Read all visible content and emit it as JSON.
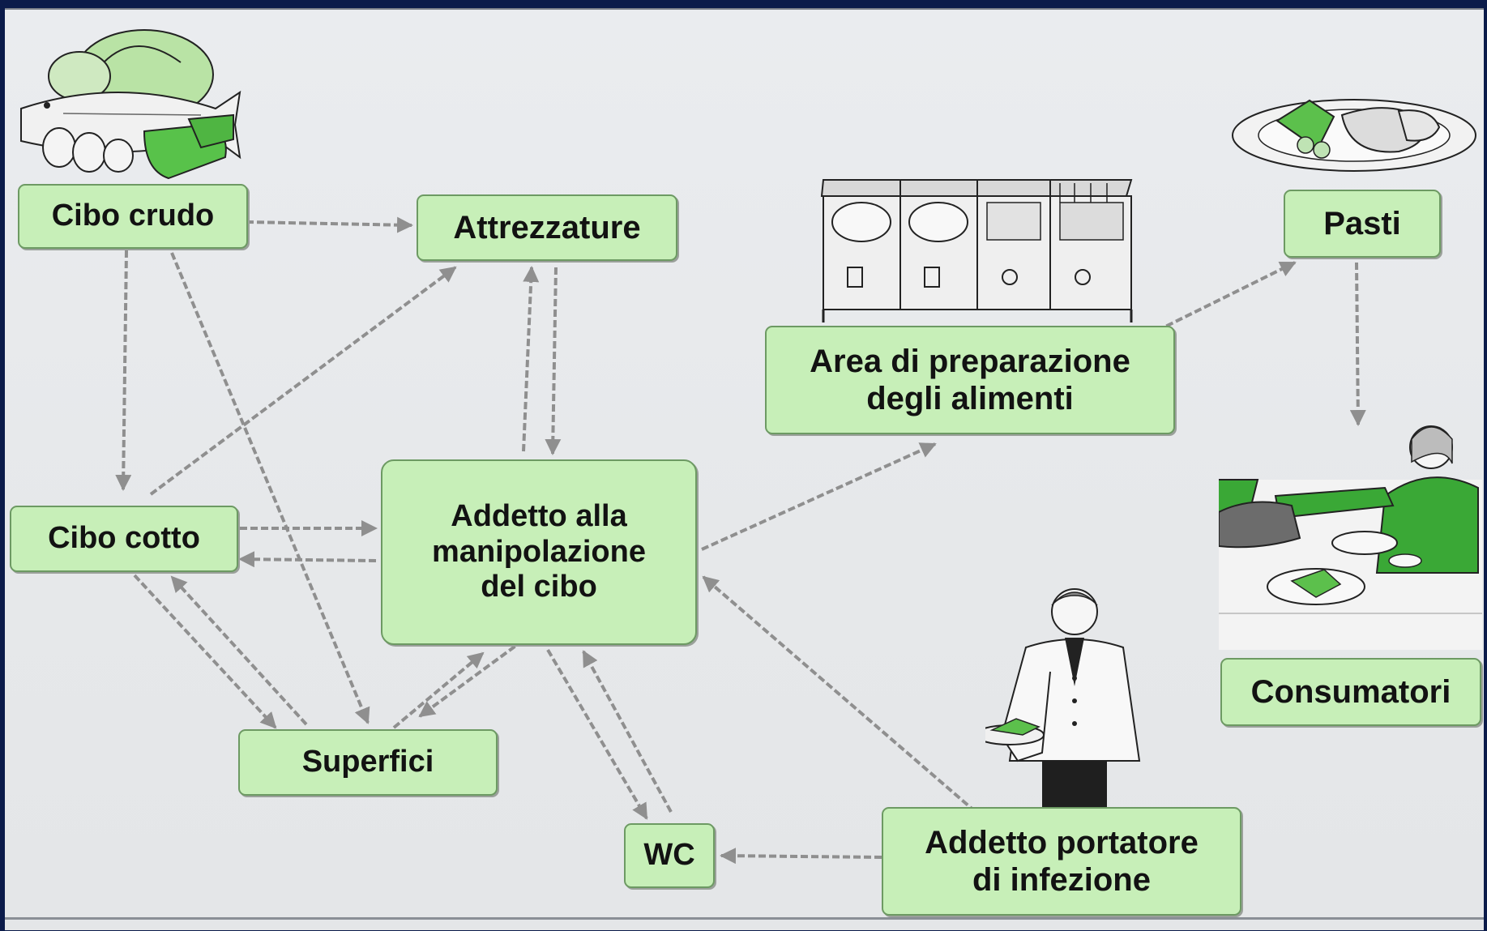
{
  "nodes": {
    "cibo_crudo": "Cibo crudo",
    "attrezzature": "Attrezzature",
    "cibo_cotto": "Cibo cotto",
    "addetto": "Addetto alla\nmanipolazione\ndel cibo",
    "superfici": "Superfici",
    "wc": "WC",
    "area_preparazione": "Area di preparazione\ndegli alimenti",
    "pasti": "Pasti",
    "consumatori": "Consumatori",
    "portatore": "Addetto portatore\ndi infezione"
  },
  "colors": {
    "box_fill": "#c7efb8",
    "box_border": "#6d9a63",
    "arrow": "#8f8f8f",
    "frame": "#0b1b4a"
  },
  "illustrations": [
    "raw-food-icon",
    "kitchen-equipment-illustration",
    "meal-plate-icon",
    "consumer-illustration",
    "waiter-illustration"
  ]
}
